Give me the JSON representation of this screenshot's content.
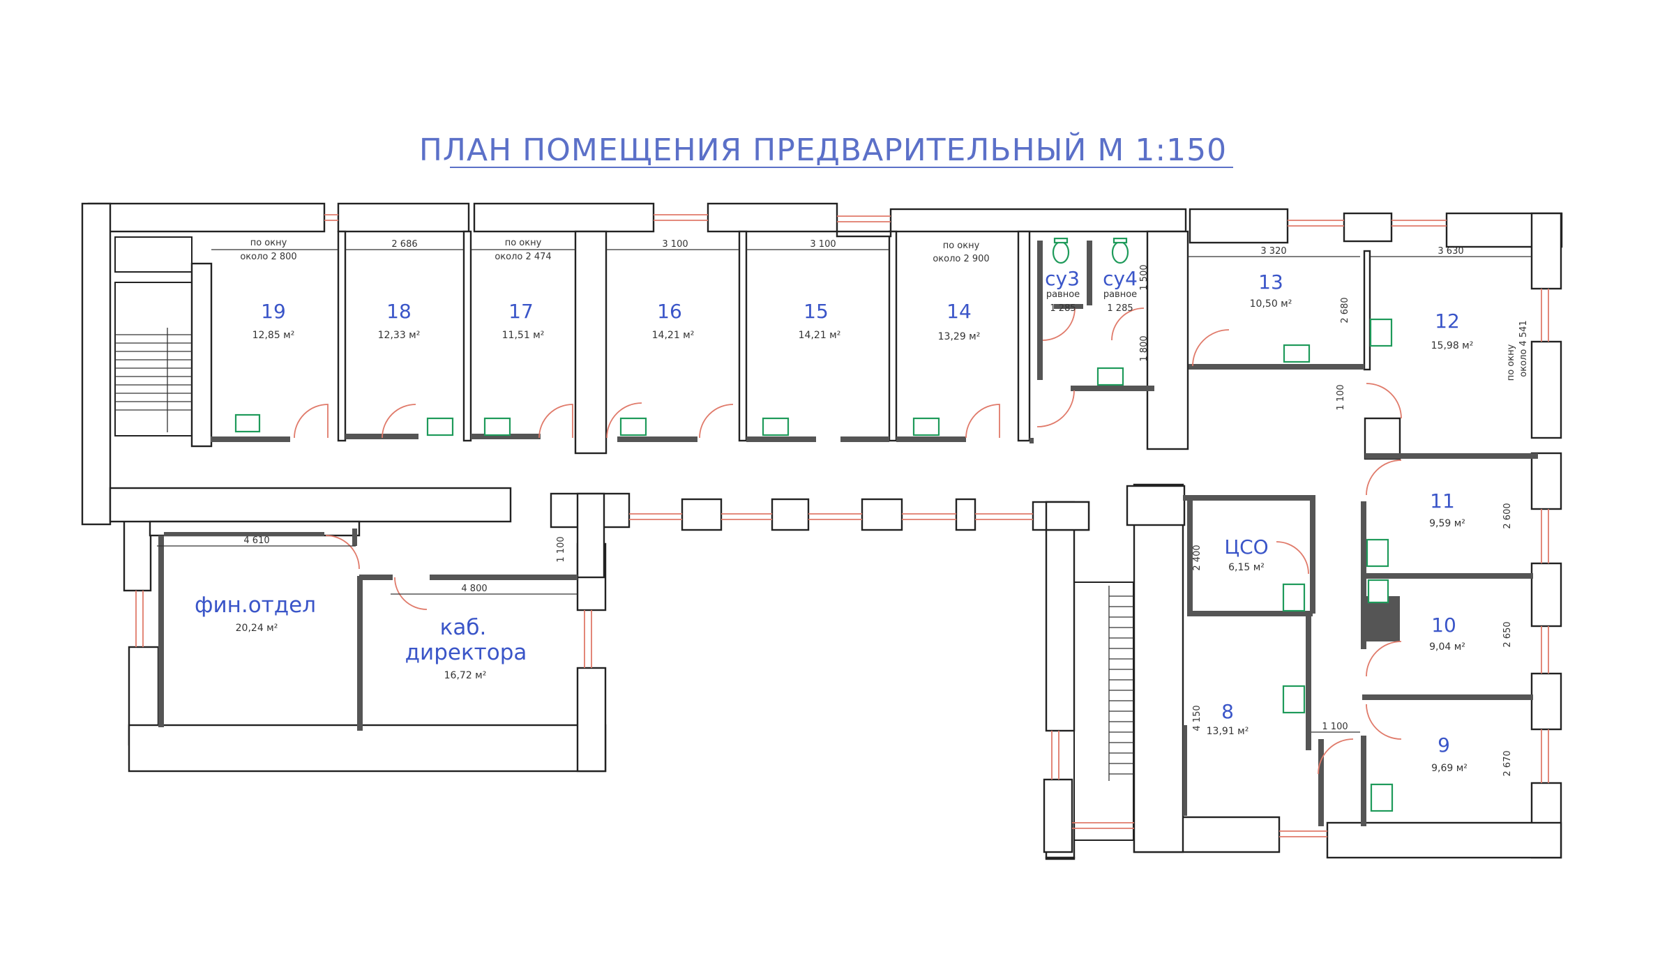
{
  "title": "ПЛАН ПОМЕЩЕНИЯ ПРЕДВАРИТЕЛЬНЫЙ М 1:150",
  "rooms": {
    "r19": {
      "num": "19",
      "area": "12,85 м²"
    },
    "r18": {
      "num": "18",
      "area": "12,33 м²"
    },
    "r17": {
      "num": "17",
      "area": "11,51 м²"
    },
    "r16": {
      "num": "16",
      "area": "14,21 м²"
    },
    "r15": {
      "num": "15",
      "area": "14,21 м²"
    },
    "r14": {
      "num": "14",
      "area": "13,29 м²"
    },
    "su3": {
      "num": "су3"
    },
    "su4": {
      "num": "су4"
    },
    "r13": {
      "num": "13",
      "area": "10,50 м²"
    },
    "r12": {
      "num": "12",
      "area": "15,98 м²"
    },
    "r11": {
      "num": "11",
      "area": "9,59 м²"
    },
    "tso": {
      "num": "ЦСО",
      "area": "6,15 м²"
    },
    "r10": {
      "num": "10",
      "area": "9,04 м²"
    },
    "r8": {
      "num": "8",
      "area": "13,91 м²"
    },
    "r9": {
      "num": "9",
      "area": "9,69 м²"
    },
    "fin": {
      "name": "фин.отдел",
      "area": "20,24 м²"
    },
    "dir": {
      "name_line1": "каб.",
      "name_line2": "директора",
      "area": "16,72 м²"
    }
  },
  "dims": {
    "d19_l1": "по окну",
    "d19_l2": "около 2 800",
    "d18": "2 686",
    "d17_l1": "по окну",
    "d17_l2": "около 2 474",
    "d16": "3 100",
    "d15": "3 100",
    "d14_l1": "по окну",
    "d14_l2": "около 2 900",
    "su_v": "1 500",
    "su_v2": "1 800",
    "su3_l1": "равное",
    "su3_l2": "1 285",
    "su4_l1": "равное",
    "su4_l2": "1 285",
    "d13": "3 320",
    "d13_v": "2 680",
    "d12": "3 630",
    "d12_v1": "по окну",
    "d12_v2": "около 4 541",
    "corr_v": "1 100",
    "d11_v": "2 600",
    "tso_v": "2 400",
    "d10_v": "2 650",
    "d9_v": "2 670",
    "d8_v": "4 150",
    "d8_door": "1 100",
    "fin": "4 610",
    "dir": "4 800",
    "dir_v": "1 100"
  }
}
